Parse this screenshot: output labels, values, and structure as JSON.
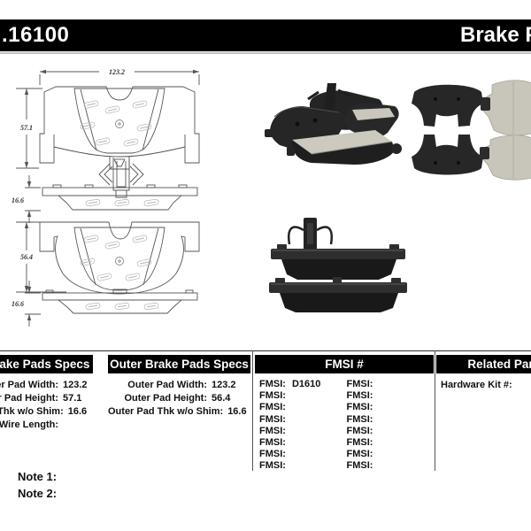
{
  "header": {
    "part_number": ".16100",
    "title": "Brake Pads"
  },
  "drawings": {
    "inner": {
      "width": "123.2",
      "height": "57.1",
      "thickness": "16.6"
    },
    "outer": {
      "height": "56.4",
      "thickness": "16.6"
    }
  },
  "tables": {
    "inner_specs": {
      "title": "Inner Brake Pads Specs",
      "rows": [
        {
          "label": "Inner Pad Width:",
          "value": "123.2"
        },
        {
          "label": "Inner Pad Height:",
          "value": "57.1"
        },
        {
          "label": "Inner Pad Thk w/o Shim:",
          "value": "16.6"
        },
        {
          "label": "Sensor Wire Length:",
          "value": ""
        }
      ]
    },
    "outer_specs": {
      "title": "Outer Brake Pads Specs",
      "rows": [
        {
          "label": "Outer Pad Width:",
          "value": "123.2"
        },
        {
          "label": "Outer Pad Height:",
          "value": "56.4"
        },
        {
          "label": "Outer Pad Thk w/o Shim:",
          "value": "16.6"
        }
      ]
    },
    "fmsi": {
      "title": "FMSI #",
      "row_label": "FMSI:",
      "col1_values": [
        "D1610",
        "",
        "",
        "",
        "",
        "",
        "",
        ""
      ],
      "col2_values": [
        "",
        "",
        "",
        "",
        "",
        "",
        "",
        ""
      ]
    },
    "related": {
      "title": "Related Parts",
      "rows": [
        {
          "label": "Hardware Kit #:",
          "value": ""
        }
      ]
    }
  },
  "notes": [
    {
      "label": "Note 1:",
      "text": ""
    },
    {
      "label": "Note 2:",
      "text": ""
    }
  ]
}
